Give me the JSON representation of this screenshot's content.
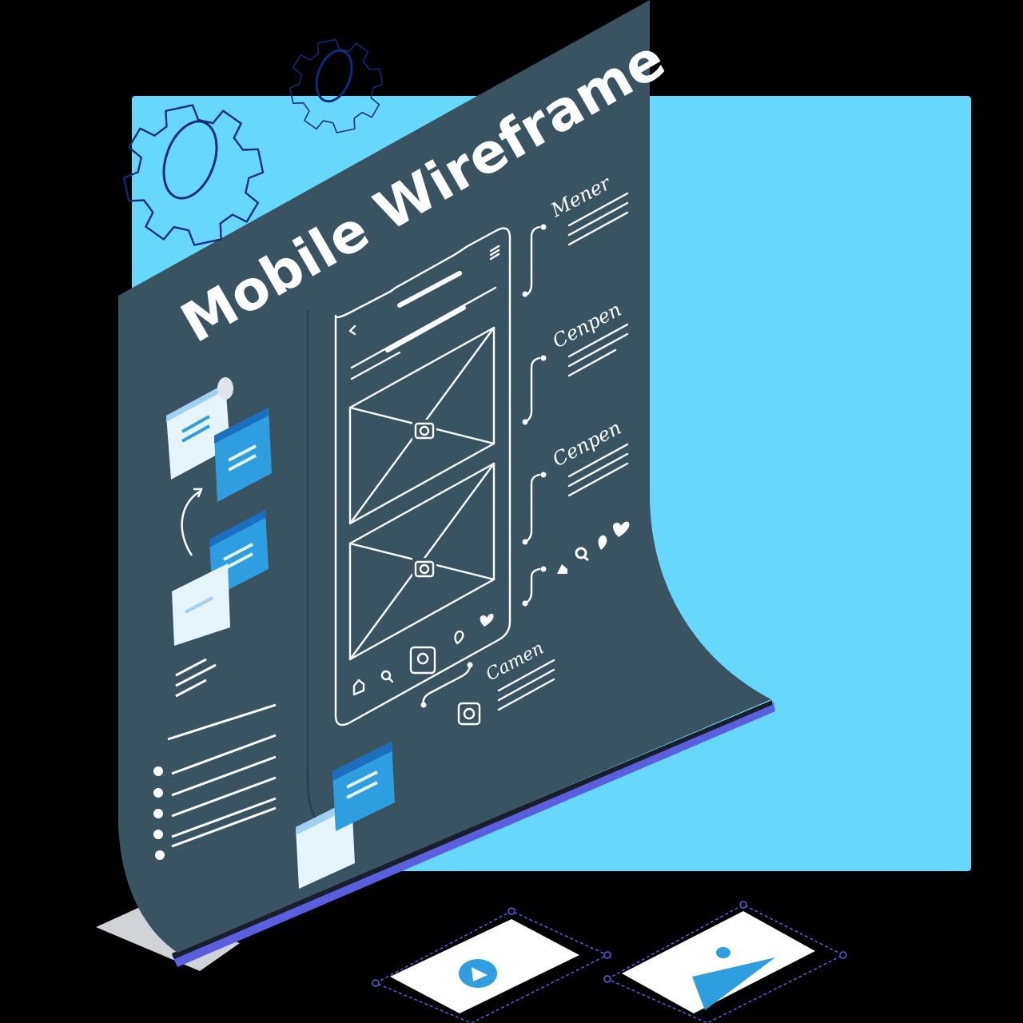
{
  "title": "Mobile Wireframe",
  "annotations": [
    {
      "label": "Mener"
    },
    {
      "label": "Cenpen"
    },
    {
      "label": "Cenpen"
    },
    {
      "label": "Camen"
    }
  ],
  "icons": {
    "gears": "gear-icon",
    "camera": "camera-icon",
    "home": "home-icon",
    "search": "search-icon",
    "location": "location-pin-icon",
    "heart": "heart-icon",
    "play": "play-icon",
    "image": "image-icon",
    "menu": "hamburger-menu-icon",
    "back": "back-arrow-icon"
  },
  "colors": {
    "background": "#000000",
    "accent_blue": "#66d8fc",
    "board": "#3a5361",
    "card_blue": "#2d9ee0",
    "card_light": "#e6f4fb",
    "gear_outline": "#0e2a7a",
    "board_edge": "#5a5fe0"
  }
}
